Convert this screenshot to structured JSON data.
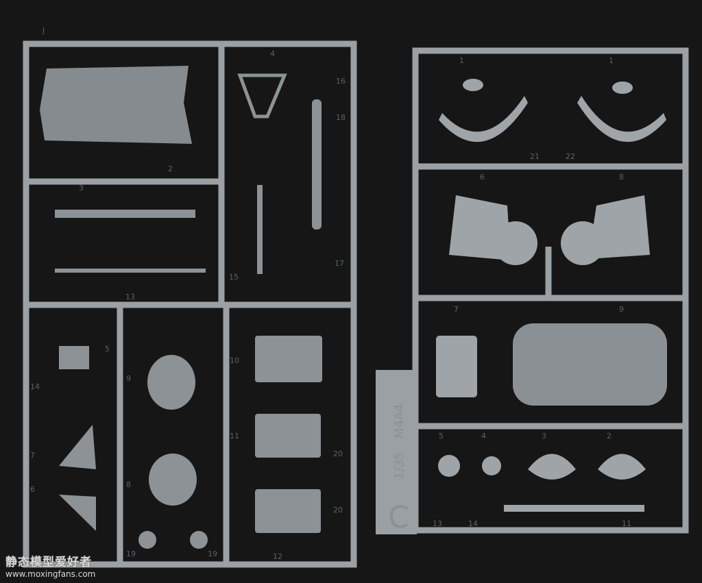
{
  "left_sprue": {
    "tag": "J",
    "part_numbers": [
      "2",
      "3",
      "4",
      "16",
      "18",
      "15",
      "17",
      "13",
      "5",
      "14",
      "7",
      "6",
      "9",
      "8",
      "10",
      "11",
      "20",
      "20",
      "12",
      "19",
      "19"
    ]
  },
  "right_sprue": {
    "letter": "C",
    "scale": "1/35",
    "model": "M4A4",
    "part_numbers": [
      "1",
      "1",
      "22",
      "21",
      "6",
      "8",
      "7",
      "9",
      "5",
      "4",
      "3",
      "2",
      "13",
      "14",
      "11"
    ]
  },
  "watermark": {
    "title": "静态模型爱好者",
    "url": "www.moxingfans.com"
  },
  "colors": {
    "background": "#161617",
    "plastic": "#9aa0a3",
    "plastic_dark": "#7f8588"
  }
}
